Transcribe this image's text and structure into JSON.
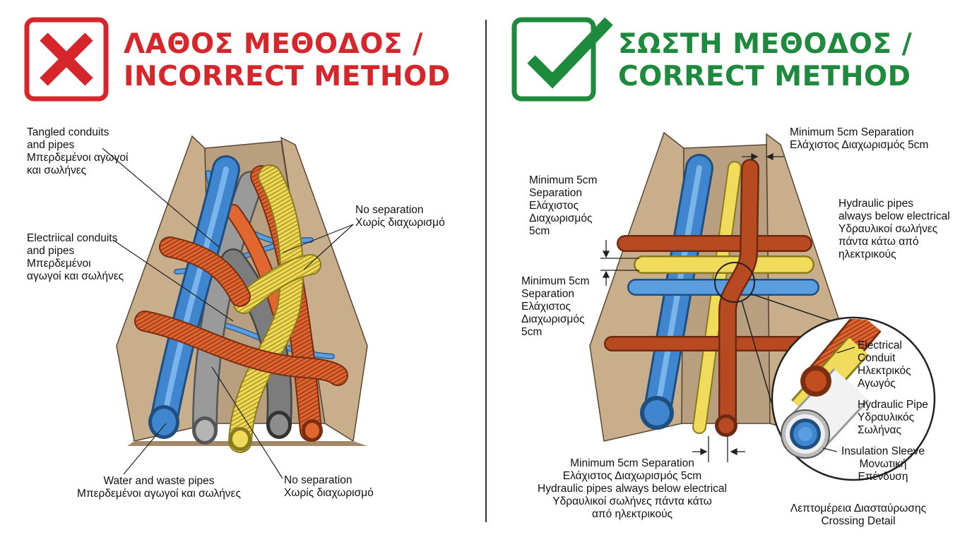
{
  "left_panel": {
    "title_line1": "ΛΑΘΟΣ ΜΕΘΟΔΟΣ /",
    "title_line2": "INCORRECT METHOD",
    "icon": "cross-icon",
    "accent": "#d7262b",
    "labels": {
      "tangled": [
        "Tangled conduits",
        "and pipes",
        "Μπερδεμένοι αγωγοί",
        "και σωλήνες"
      ],
      "electrical": [
        "Electriical conduits",
        "and pipes",
        "Μπερδεμένοι",
        "αγωγοί και σωλήνες"
      ],
      "no_separation_top": [
        "No separation",
        "Χωρίς διαχωρισμό"
      ],
      "water_waste": [
        "Water and waste pipes",
        "Μπερδεμένοι αγωγοί και σωλήνες"
      ],
      "no_separation_bottom": [
        "No separation",
        "Χωρίς διαχωρισμό"
      ]
    }
  },
  "right_panel": {
    "title_line1": "ΣΩΣΤΗ ΜΕΘΟΔΟΣ /",
    "title_line2": "CORRECT METHOD",
    "icon": "checkmark-icon",
    "accent": "#1e8a3d",
    "labels": {
      "min_sep_top_right": [
        "Minimum 5cm Separation",
        "Ελάχιστος Διαχωρισμός 5cm"
      ],
      "min_sep_left_upper": [
        "Minimum 5cm",
        "Separation",
        "Ελάχιστος",
        "Διαχωρισμός",
        "5cm"
      ],
      "min_sep_left_lower": [
        "Minimum 5cm",
        "Separation",
        "Ελάχιστος",
        "Διαχωρισμός",
        "5cm"
      ],
      "hydraulic_below": [
        "Hydraulic pipes",
        "always below electrical",
        "Υδραυλικοί σωλήνες",
        "πάντα κάτω από",
        "ηλεκτρικούς"
      ],
      "bottom_center": [
        "Minimum 5cm Separation",
        "Ελάχιστος Διαχωρισμός 5cm",
        "Hydraulic pipes always below electrical",
        "Υδραυλικοί σωλήνες πάντα κάτω",
        "από ηλεκτρικούς"
      ],
      "electrical_conduit": [
        "Electrical",
        "Conduit",
        "Ηλεκτρικός",
        "Αγωγός"
      ],
      "hydraulic_pipe": [
        "Hydraulic Pipe",
        "Υδραυλικός",
        "Σωλήνας"
      ],
      "insulation_sleeve": [
        "Insulation Sleeve",
        "Μονωτική",
        "Επένδυση"
      ],
      "crossing_detail": [
        "Λεπτομέρεια Διασταύρωσης",
        "Crossing Detail"
      ]
    }
  },
  "colors": {
    "trench_side": "#c3a684",
    "trench_floor": "#b39a7b",
    "blue_pipe": "#3f86cf",
    "grey_pipe": "#8d8d8d",
    "orange_conduit": "#d95a28",
    "yellow_conduit": "#ecd34b",
    "copper_pipe": "#b84a22"
  }
}
